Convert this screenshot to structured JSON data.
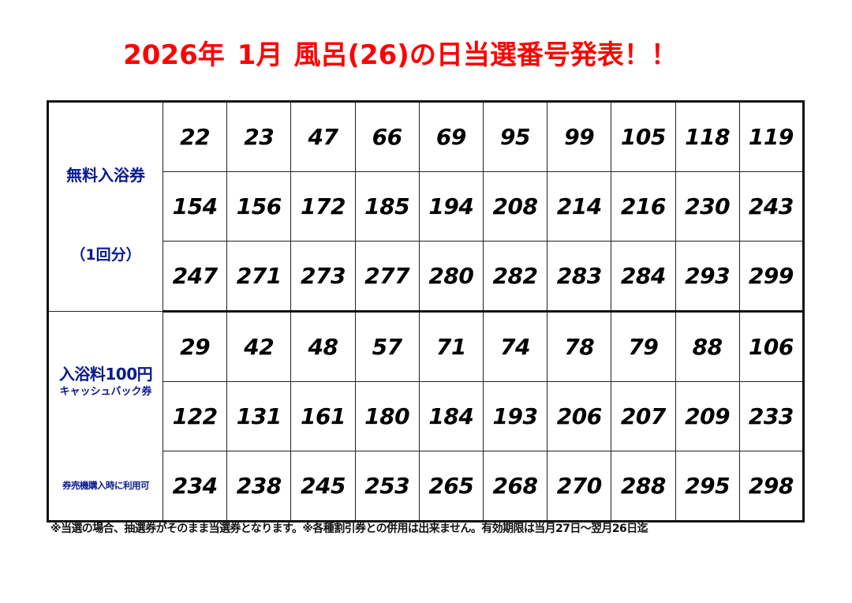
{
  "title": {
    "year": "2026年",
    "month": "1月",
    "event": "風呂(26)の日当選番号発表！！",
    "color": "#ff0000"
  },
  "sections": [
    {
      "label_main": "無料入浴券",
      "label_sub": "（1回分）",
      "label_color": "#0a1a8c",
      "rows": [
        [
          "22",
          "23",
          "47",
          "66",
          "69",
          "95",
          "99",
          "105",
          "118",
          "119"
        ],
        [
          "154",
          "156",
          "172",
          "185",
          "194",
          "208",
          "214",
          "216",
          "230",
          "243"
        ],
        [
          "247",
          "271",
          "273",
          "277",
          "280",
          "282",
          "283",
          "284",
          "293",
          "299"
        ]
      ]
    },
    {
      "label_main": "入浴料100円",
      "label_sub": "キャッシュバック券",
      "label_note": "券売機購入時に利用可",
      "label_color": "#0a1a8c",
      "rows": [
        [
          "29",
          "42",
          "48",
          "57",
          "71",
          "74",
          "78",
          "79",
          "88",
          "106"
        ],
        [
          "122",
          "131",
          "161",
          "180",
          "184",
          "193",
          "206",
          "207",
          "209",
          "233"
        ],
        [
          "234",
          "238",
          "245",
          "253",
          "265",
          "268",
          "270",
          "288",
          "295",
          "298"
        ]
      ]
    }
  ],
  "footnote": "※当選の場合、抽選券がそのまま当選券となります。※各種割引券との併用は出来ません。有効期限は当月27日～翌月26日迄"
}
